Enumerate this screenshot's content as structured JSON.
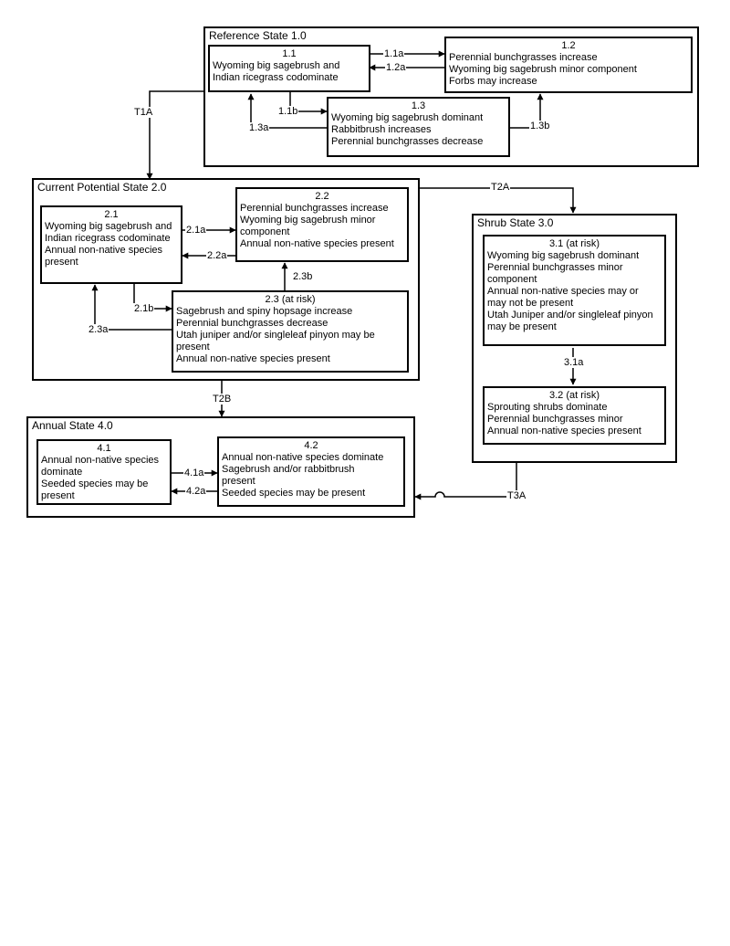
{
  "states": {
    "s1": {
      "title": "Reference State 1.0"
    },
    "s2": {
      "title": "Current Potential State 2.0"
    },
    "s3": {
      "title": "Shrub State 3.0"
    },
    "s4": {
      "title": "Annual State 4.0"
    }
  },
  "phases": {
    "p11": {
      "id": "1.1",
      "lines": [
        "Wyoming big sagebrush and",
        "Indian ricegrass codominate"
      ]
    },
    "p12": {
      "id": "1.2",
      "lines": [
        "Perennial bunchgrasses increase",
        "Wyoming big sagebrush minor component",
        "Forbs may increase"
      ]
    },
    "p13": {
      "id": "1.3",
      "lines": [
        "Wyoming big sagebrush dominant",
        "Rabbitbrush increases",
        "Perennial bunchgrasses decrease"
      ]
    },
    "p21": {
      "id": "2.1",
      "lines": [
        "Wyoming big sagebrush and",
        "Indian ricegrass codominate",
        "Annual non-native species",
        "present"
      ]
    },
    "p22": {
      "id": "2.2",
      "lines": [
        "Perennial bunchgrasses increase",
        "Wyoming big sagebrush minor",
        "component",
        "Annual non-native species present"
      ]
    },
    "p23": {
      "id": "2.3 (at risk)",
      "lines": [
        "Sagebrush and spiny hopsage increase",
        "Perennial bunchgrasses decrease",
        "Utah juniper and/or singleleaf pinyon may be",
        "present",
        "Annual non-native species present"
      ]
    },
    "p31": {
      "id": "3.1 (at risk)",
      "lines": [
        "Wyoming big sagebrush dominant",
        "Perennial bunchgrasses minor",
        "component",
        "Annual non-native species may or",
        "may not be present",
        "Utah Juniper and/or singleleaf pinyon",
        "may be present"
      ]
    },
    "p32": {
      "id": "3.2 (at risk)",
      "lines": [
        "Sprouting shrubs dominate",
        "Perennial bunchgrasses minor",
        "Annual non-native species present"
      ]
    },
    "p41": {
      "id": "4.1",
      "lines": [
        "Annual non-native species",
        "dominate",
        "Seeded species may be",
        "present"
      ]
    },
    "p42": {
      "id": "4.2",
      "lines": [
        "Annual non-native species dominate",
        "Sagebrush and/or rabbitbrush",
        "present",
        "Seeded species may be present"
      ]
    }
  },
  "transitions": {
    "t1a": "T1A",
    "t2a": "T2A",
    "t2b": "T2B",
    "t3a": "T3A",
    "r11a": "1.1a",
    "r12a": "1.2a",
    "r11b": "1.1b",
    "r13a": "1.3a",
    "r13b": "1.3b",
    "r21a": "2.1a",
    "r22a": "2.2a",
    "r21b": "2.1b",
    "r23a": "2.3a",
    "r23b": "2.3b",
    "r31a": "3.1a",
    "r41a": "4.1a",
    "r42a": "4.2a"
  }
}
